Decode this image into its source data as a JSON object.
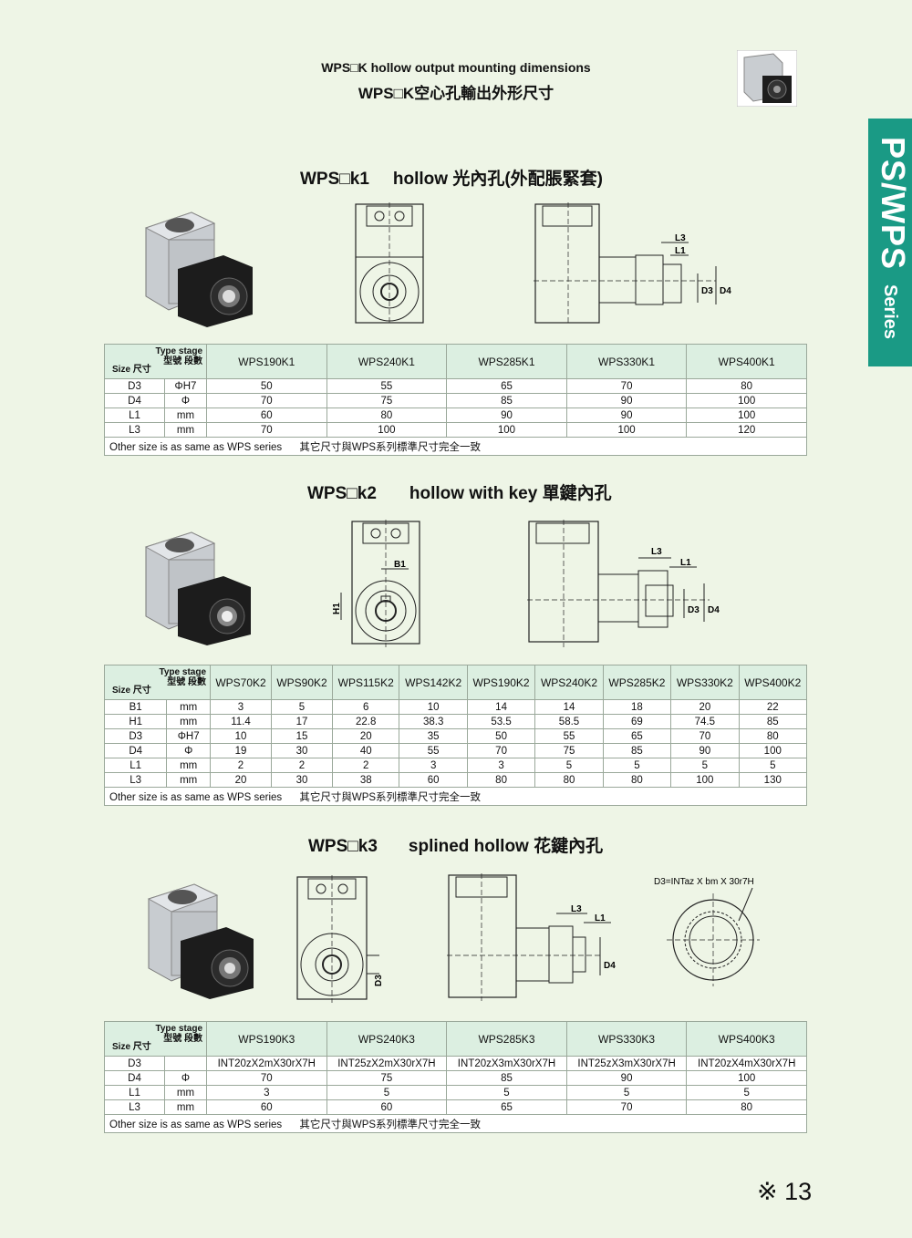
{
  "header": {
    "title_en": "WPS□K hollow output mounting dimensions",
    "title_cn": "WPS□K空心孔輸出外形尺寸"
  },
  "side_tab": {
    "main": "PS/WPS",
    "sub": "Series"
  },
  "sections": [
    {
      "model": "WPS□k1",
      "desc": "hollow 光內孔(外配脹緊套)",
      "drawing_labels": {
        "l3": "L3",
        "l1": "L1",
        "d3": "D3",
        "d4": "D4"
      },
      "table": {
        "type_stage": "Type stage",
        "type_stage_cn": "型號 段數",
        "size": "Size 尺寸",
        "models": [
          "WPS190K1",
          "WPS240K1",
          "WPS285K1",
          "WPS330K1",
          "WPS400K1"
        ],
        "rows": [
          {
            "name": "D3",
            "unit": "ΦH7",
            "values": [
              "50",
              "55",
              "65",
              "70",
              "80"
            ]
          },
          {
            "name": "D4",
            "unit": "Φ",
            "values": [
              "70",
              "75",
              "85",
              "90",
              "100"
            ]
          },
          {
            "name": "L1",
            "unit": "mm",
            "values": [
              "60",
              "80",
              "90",
              "90",
              "100"
            ]
          },
          {
            "name": "L3",
            "unit": "mm",
            "values": [
              "70",
              "100",
              "100",
              "100",
              "120"
            ]
          }
        ],
        "note_en": "Other size is as same as WPS series",
        "note_cn": "其它尺寸與WPS系列標準尺寸完全一致"
      }
    },
    {
      "model": "WPS□k2",
      "desc": "hollow with key 單鍵內孔",
      "drawing_labels": {
        "b1": "B1",
        "h1": "H1",
        "l3": "L3",
        "l1": "L1",
        "d3": "D3",
        "d4": "D4"
      },
      "table": {
        "type_stage": "Type stage",
        "type_stage_cn": "型號 段數",
        "size": "Size 尺寸",
        "models": [
          "WPS70K2",
          "WPS90K2",
          "WPS115K2",
          "WPS142K2",
          "WPS190K2",
          "WPS240K2",
          "WPS285K2",
          "WPS330K2",
          "WPS400K2"
        ],
        "rows": [
          {
            "name": "B1",
            "unit": "mm",
            "values": [
              "3",
              "5",
              "6",
              "10",
              "14",
              "14",
              "18",
              "20",
              "22"
            ]
          },
          {
            "name": "H1",
            "unit": "mm",
            "values": [
              "11.4",
              "17",
              "22.8",
              "38.3",
              "53.5",
              "58.5",
              "69",
              "74.5",
              "85"
            ]
          },
          {
            "name": "D3",
            "unit": "ΦH7",
            "values": [
              "10",
              "15",
              "20",
              "35",
              "50",
              "55",
              "65",
              "70",
              "80"
            ]
          },
          {
            "name": "D4",
            "unit": "Φ",
            "values": [
              "19",
              "30",
              "40",
              "55",
              "70",
              "75",
              "85",
              "90",
              "100"
            ]
          },
          {
            "name": "L1",
            "unit": "mm",
            "values": [
              "2",
              "2",
              "2",
              "3",
              "3",
              "5",
              "5",
              "5",
              "5"
            ]
          },
          {
            "name": "L3",
            "unit": "mm",
            "values": [
              "20",
              "30",
              "38",
              "60",
              "80",
              "80",
              "80",
              "100",
              "130"
            ]
          }
        ],
        "note_en": "Other size is as same as WPS series",
        "note_cn": "其它尺寸與WPS系列標準尺寸完全一致"
      }
    },
    {
      "model": "WPS□k3",
      "desc": "splined hollow 花鍵內孔",
      "drawing_labels": {
        "d3": "D3",
        "l3": "L3",
        "l1": "L1",
        "d4": "D4",
        "spline": "D3=INTaz X bm X 30r7H"
      },
      "table": {
        "type_stage": "Type stage",
        "type_stage_cn": "型號 段數",
        "size": "Size 尺寸",
        "models": [
          "WPS190K3",
          "WPS240K3",
          "WPS285K3",
          "WPS330K3",
          "WPS400K3"
        ],
        "rows": [
          {
            "name": "D3",
            "unit": "",
            "values": [
              "INT20zX2mX30rX7H",
              "INT25zX2mX30rX7H",
              "INT20zX3mX30rX7H",
              "INT25zX3mX30rX7H",
              "INT20zX4mX30rX7H"
            ]
          },
          {
            "name": "D4",
            "unit": "Φ",
            "values": [
              "70",
              "75",
              "85",
              "90",
              "100"
            ]
          },
          {
            "name": "L1",
            "unit": "mm",
            "values": [
              "3",
              "5",
              "5",
              "5",
              "5"
            ]
          },
          {
            "name": "L3",
            "unit": "mm",
            "values": [
              "60",
              "60",
              "65",
              "70",
              "80"
            ]
          }
        ],
        "note_en": "Other size is as same as WPS series",
        "note_cn": "其它尺寸與WPS系列標準尺寸完全一致"
      }
    }
  ],
  "page_number": "※ 13"
}
